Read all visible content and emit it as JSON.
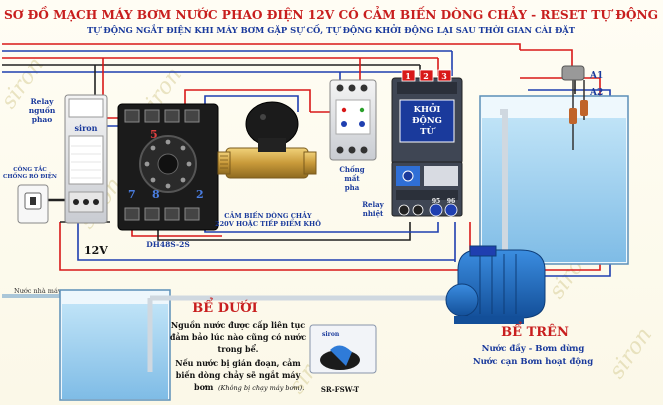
{
  "title": "SƠ ĐỒ MẠCH MÁY BƠM NƯỚC PHAO ĐIỆN 12V CÓ CẢM BIẾN DÒNG CHẢY - RESET TỰ ĐỘNG",
  "subtitle": "TỰ ĐỘNG NGẮT ĐIỆN KHI MÁY BƠM GẶP SỰ CỐ, TỰ ĐỘNG KHỞI ĐỘNG LẠI SAU THỜI GIAN CÀI ĐẶT",
  "watermark": "siron",
  "relay_float": {
    "label_line1": "Relay",
    "label_line2": "nguồn",
    "label_line3": "phao",
    "brand": "siron"
  },
  "switch": {
    "label_line1": "CÔNG TẮC",
    "label_line2": "CHỐNG RÒ ĐIỆN"
  },
  "voltage": "12V",
  "timer": {
    "model": "DH48S-2S",
    "pin_left": "7",
    "pin_mid": "8",
    "pin_right": "2",
    "pin_top": "5"
  },
  "sensor": {
    "label_line1": "CẢM BIẾN DÒNG CHẢY",
    "label_line2": "220V HOẶC TIẾP ĐIỂM KHÔ"
  },
  "phase_guard": {
    "label_line1": "Chống",
    "label_line2": "mất",
    "label_line3": "pha"
  },
  "contactor": {
    "label_line1": "KHỞI",
    "label_line2": "ĐỘNG",
    "label_line3": "TỪ",
    "terminals_top": [
      "1",
      "2",
      "3"
    ],
    "terminals_bottom": [
      "95",
      "96"
    ]
  },
  "thermal_relay": {
    "label_line1": "Relay",
    "label_line2": "nhiệt"
  },
  "upper_tank": {
    "sensor_a1": "A1",
    "sensor_a2": "A2",
    "title": "BỂ TRÊN",
    "line1": "Nước đầy - Bơm dừng",
    "line2": "Nước cạn   Bơm hoạt động"
  },
  "lower_tank": {
    "title": "BỂ DƯỚI",
    "inlet": "Nước nhà máy",
    "desc1": "Nguồn nước được cấp liên tục",
    "desc2": "đảm bảo lúc nào cũng có nước",
    "desc3": "trong bể.",
    "desc4": "Nếu nước bị gián đoạn, cảm",
    "desc5": "biến dòng chảy sẽ ngắt máy",
    "desc6_bold": "bơm",
    "desc6_italic": "(Không bị chạy máy bơm)."
  },
  "float_switch": {
    "model": "SR-FSW-T",
    "brand": "siron"
  },
  "colors": {
    "title": "#c81e1e",
    "subtitle": "#1a3a9c",
    "wire_red": "#d81818",
    "wire_blue": "#1f3fb0",
    "water": "#9ccfee",
    "pump": "#1f6fc4"
  }
}
